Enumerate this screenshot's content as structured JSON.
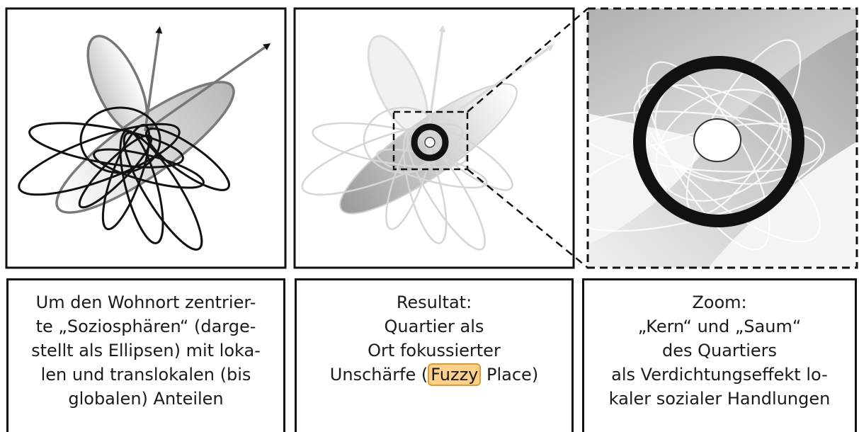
{
  "captions": {
    "left": [
      "Um den Wohnort zentrier-",
      "te „Soziosphären“ (darge-",
      "stellt als Ellipsen) mit loka-",
      "len und translokalen (bis",
      "globalen) Anteilen"
    ],
    "middle": {
      "line1": "Resultat:",
      "line2": "Quartier als",
      "line3": "Ort fokussierter",
      "line4_before": "Unschärfe (",
      "line4_highlight": "Fuzzy",
      "line4_after": " Place)"
    },
    "right": [
      "Zoom:",
      "„Kern“ und „Saum“",
      "des Quartiers",
      "als Verdichtungseffekt lo-",
      "kaler sozialer Handlungen"
    ]
  },
  "colors": {
    "frame": "#111111",
    "highlight_fill": "#fbd08a",
    "highlight_border": "#e49a2a"
  }
}
